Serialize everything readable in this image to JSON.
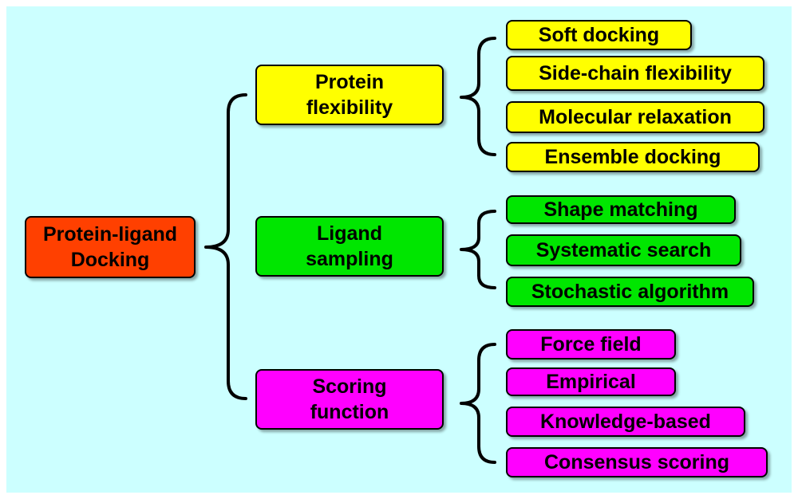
{
  "colors": {
    "background": "#ccffff",
    "root": "#ff4000",
    "protein": "#ffff00",
    "ligand": "#00e600",
    "scoring": "#ff00ff"
  },
  "root": {
    "line1": "Protein-ligand",
    "line2": "Docking"
  },
  "branches": [
    {
      "line1": "Protein",
      "line2": "flexibility",
      "items": [
        "Soft docking",
        "Side-chain flexibility",
        "Molecular relaxation",
        "Ensemble docking"
      ]
    },
    {
      "line1": "Ligand",
      "line2": "sampling",
      "items": [
        "Shape matching",
        "Systematic search",
        "Stochastic algorithm"
      ]
    },
    {
      "line1": "Scoring",
      "line2": "function",
      "items": [
        "Force field",
        "Empirical",
        "Knowledge-based",
        "Consensus scoring"
      ]
    }
  ]
}
